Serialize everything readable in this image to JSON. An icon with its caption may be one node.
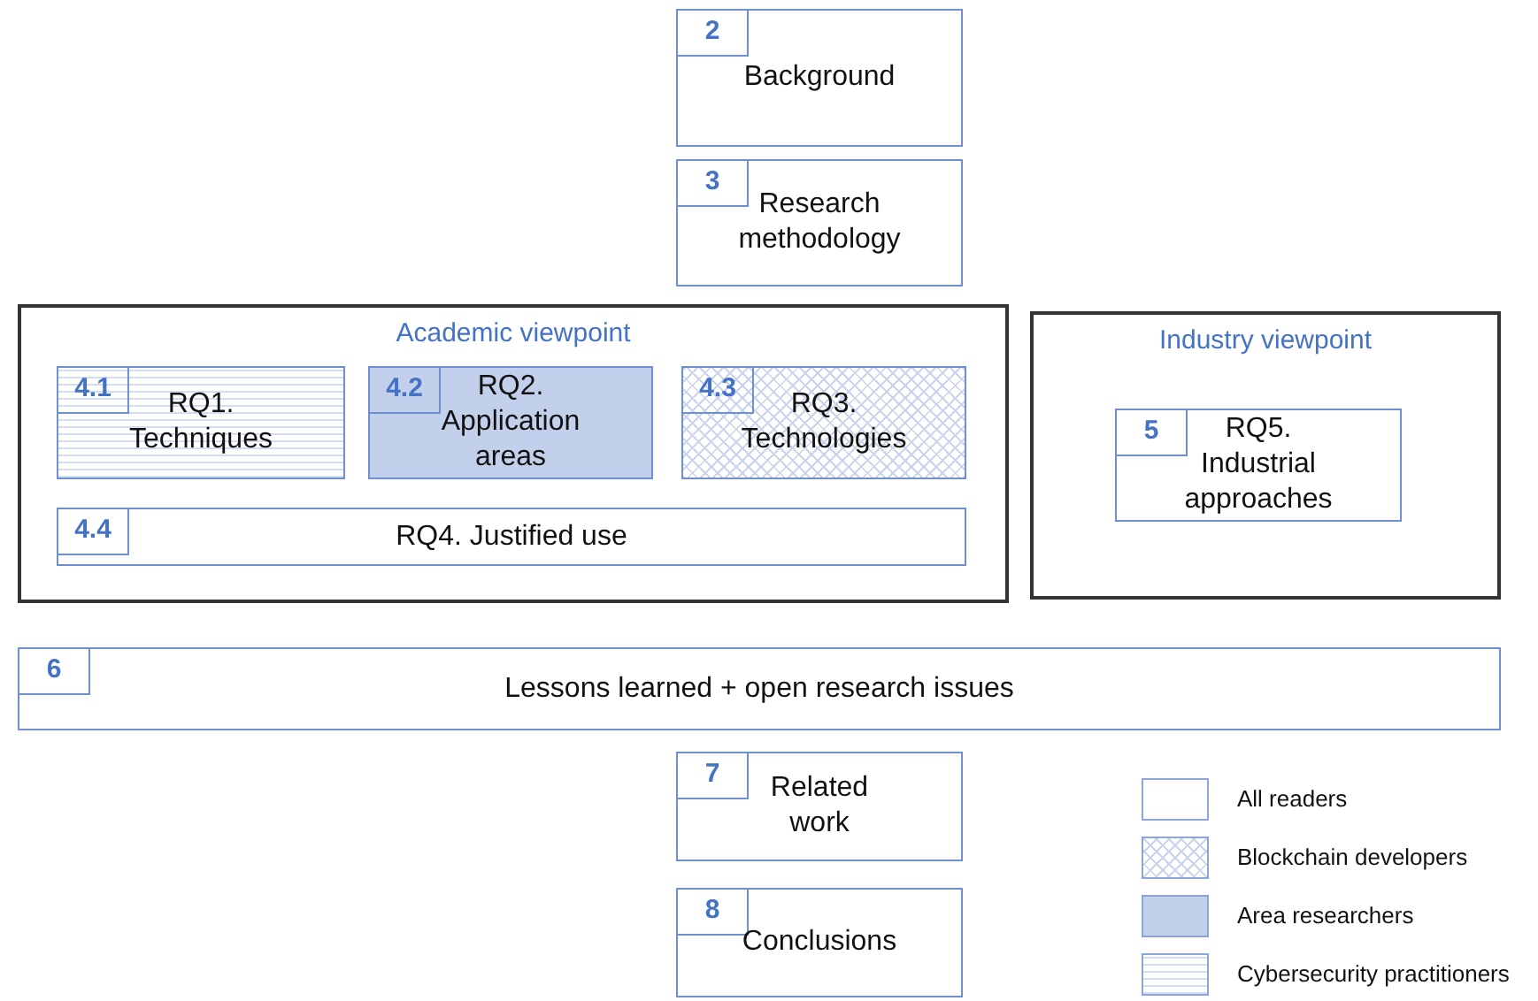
{
  "diagram": {
    "nodes": [
      {
        "text": [
          "2",
          "Background"
        ]
      },
      {
        "text": [
          "3",
          "Research methodology"
        ]
      },
      {
        "text": [
          "Academic viewpoint"
        ]
      },
      {
        "text": [
          "4.1",
          "RQ1. Techniques"
        ],
        "in": 2
      },
      {
        "text": [
          "4.2",
          "RQ2. Application areas"
        ],
        "in": 2
      },
      {
        "text": [
          "4.3",
          "RQ3. Technologies"
        ],
        "in": 2
      },
      {
        "text": [
          "4.4",
          "RQ4. Justified use"
        ],
        "in": 2
      },
      {
        "text": [
          "Industry viewpoint"
        ]
      },
      {
        "text": [
          "5",
          "RQ5. Industrial approaches"
        ],
        "in": 7
      },
      {
        "text": [
          "6",
          "Lessons learned + open research issues"
        ]
      },
      {
        "text": [
          "7",
          "Related work"
        ]
      },
      {
        "text": [
          "8",
          "Conclusions"
        ]
      }
    ],
    "edges": [],
    "legend": [
      {
        "text": "All readers"
      },
      {
        "text": "Blockchain developers"
      },
      {
        "text": "Area researchers"
      },
      {
        "text": "Cybersecurity practitioners"
      }
    ]
  }
}
